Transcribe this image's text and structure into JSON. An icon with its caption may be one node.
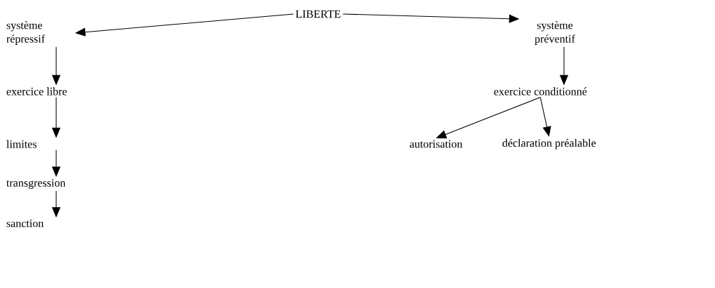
{
  "diagram": {
    "nodes": [
      {
        "text": [
          "LIBERTE"
        ]
      },
      {
        "text": [
          "système répressif"
        ]
      },
      {
        "text": [
          "système préventif"
        ]
      },
      {
        "text": [
          "exercice libre"
        ]
      },
      {
        "text": [
          "exercice conditionné"
        ]
      },
      {
        "text": [
          "limites"
        ]
      },
      {
        "text": [
          "autorisation"
        ]
      },
      {
        "text": [
          "déclaration préalable"
        ]
      },
      {
        "text": [
          "transgression"
        ]
      },
      {
        "text": [
          "sanction"
        ]
      }
    ],
    "edges": [
      {
        "from": 0,
        "to": 1,
        "arrow": "to"
      },
      {
        "from": 0,
        "to": 2,
        "arrow": "to"
      },
      {
        "from": 1,
        "to": 3,
        "arrow": "to"
      },
      {
        "from": 2,
        "to": 4,
        "arrow": "to"
      },
      {
        "from": 3,
        "to": 5,
        "arrow": "to"
      },
      {
        "from": 4,
        "to": 6,
        "arrow": "to"
      },
      {
        "from": 4,
        "to": 7,
        "arrow": "to"
      },
      {
        "from": 5,
        "to": 8,
        "arrow": "to"
      },
      {
        "from": 8,
        "to": 9,
        "arrow": "to"
      }
    ]
  }
}
